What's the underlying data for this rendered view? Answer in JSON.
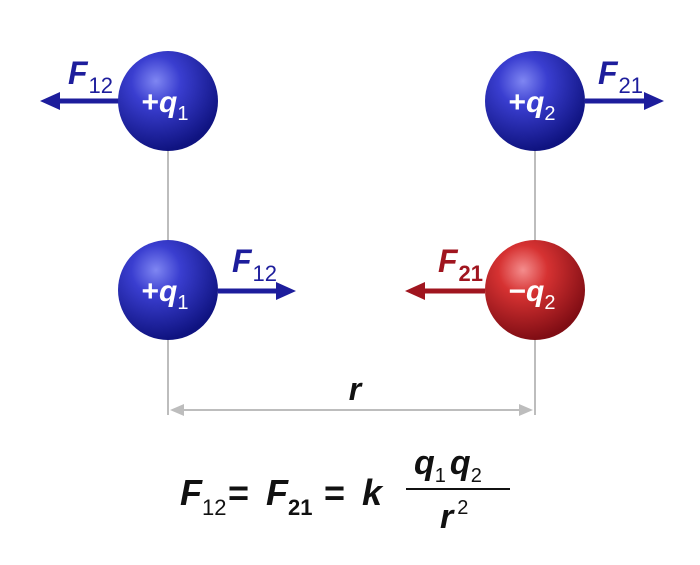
{
  "colors": {
    "positive_charge": "#1c1ca8",
    "negative_charge": "#b8161f",
    "force_blue": "#1d1d9c",
    "force_red": "#a0151f",
    "guide_line": "#bdbdbd",
    "text_dark": "#111111",
    "charge_label": "#ffffff"
  },
  "top_row": {
    "left_charge": {
      "sign": "+",
      "symbol": "q",
      "subscript": "1"
    },
    "left_force": {
      "symbol": "F",
      "subscript": "12"
    },
    "right_charge": {
      "sign": "+",
      "symbol": "q",
      "subscript": "2"
    },
    "right_force": {
      "symbol": "F",
      "subscript": "21"
    }
  },
  "bottom_row": {
    "left_charge": {
      "sign": "+",
      "symbol": "q",
      "subscript": "1"
    },
    "left_force": {
      "symbol": "F",
      "subscript": "12"
    },
    "right_charge": {
      "sign": "−",
      "symbol": "q",
      "subscript": "2"
    },
    "right_force": {
      "symbol": "F",
      "subscript": "21"
    }
  },
  "distance_label": "r",
  "formula": {
    "lhs_symbol": "F",
    "lhs_subscript": "12",
    "equals_1": "=",
    "mid_symbol": "F",
    "mid_subscript": "21",
    "equals_2": "=",
    "constant": "k",
    "num_q1": "q",
    "num_q1_sub": "1",
    "num_q2": "q",
    "num_q2_sub": "2",
    "den_symbol": "r",
    "den_exponent": "2"
  }
}
